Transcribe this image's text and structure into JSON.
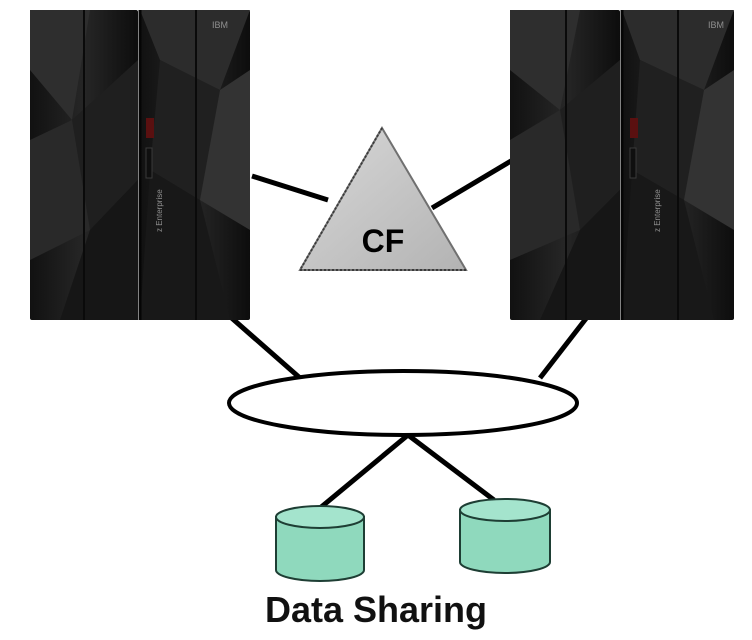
{
  "cf_label": "CF",
  "caption": "Data Sharing",
  "server_left": {
    "logo": "IBM",
    "brand": "z Enterprise"
  },
  "server_right": {
    "logo": "IBM",
    "brand": "z Enterprise"
  },
  "icons": {
    "server_left": "mainframe-server-icon",
    "server_right": "mainframe-server-icon",
    "coupling_facility": "triangle-icon",
    "ring": "ring-network-icon",
    "disk_left": "database-cylinder-icon",
    "disk_right": "database-cylinder-icon"
  },
  "colors": {
    "server_dark": "#1c1c1c",
    "triangle_fill": "#c8c8c8",
    "cylinder_fill": "#8fd9bd",
    "cylinder_stroke": "#1e3e34",
    "line": "#000000"
  }
}
